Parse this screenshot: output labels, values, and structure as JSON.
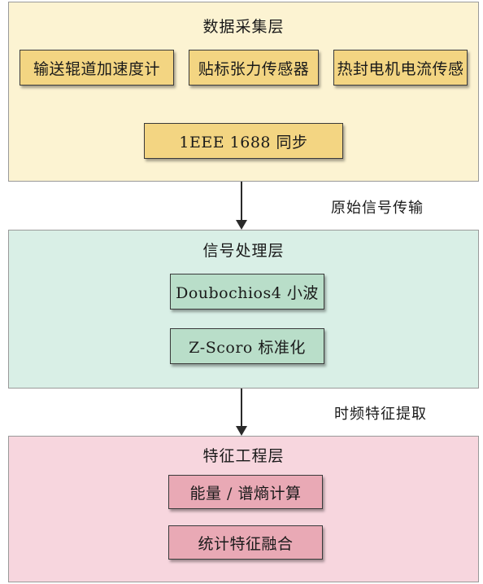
{
  "layers": {
    "acquisition": {
      "title": "数据采集层",
      "nodes": [
        "输送辊道加速度计",
        "贴标张力传感器",
        "热封电机电流传感",
        "1EEE  1688 同步"
      ]
    },
    "processing": {
      "title": "信号处理层",
      "nodes": [
        "Doubochios4 小波",
        "Z-Scoro 标准化"
      ]
    },
    "feature": {
      "title": "特征工程层",
      "nodes": [
        "能量 / 谱熵计算",
        "统计特征融合"
      ]
    }
  },
  "transitions": {
    "first": "原始信号传输",
    "second": "时频特征提取"
  },
  "colors": {
    "acquisition_bg": "#fcf3d2",
    "acquisition_node": "#f3d582",
    "processing_bg": "#d9efe6",
    "processing_node": "#b9dec9",
    "feature_bg": "#f7d6de",
    "feature_node": "#e9a9b5"
  }
}
